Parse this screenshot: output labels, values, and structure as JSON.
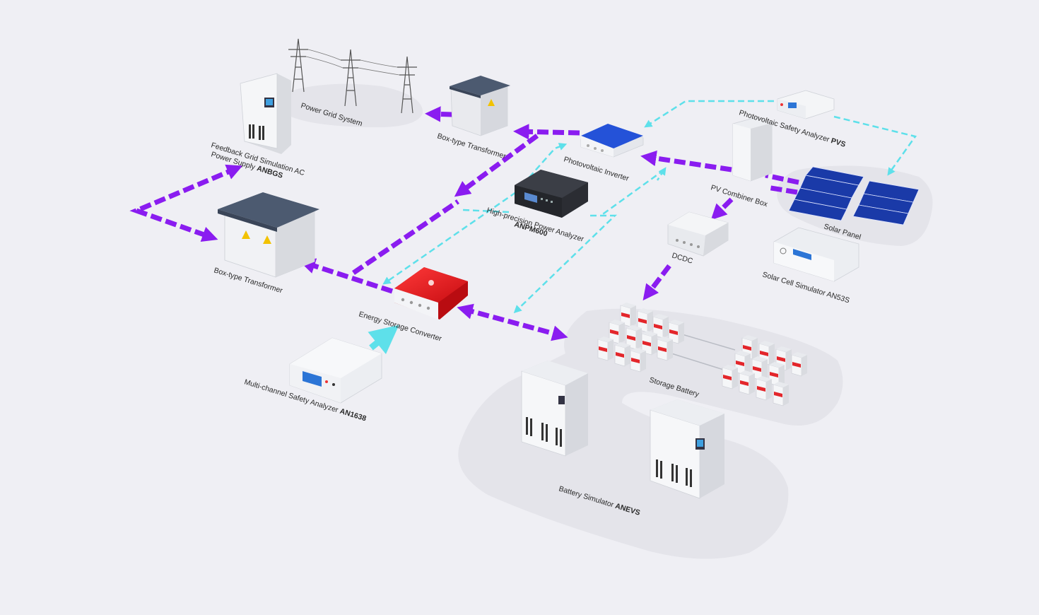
{
  "colors": {
    "background": "#efeff4",
    "platform": "#e6e6eb",
    "power_flow": "#8a1cf0",
    "signal_flow": "#5ee0ea",
    "converter": "#e8151b",
    "cabinet": "#f4f5f7",
    "roof": "#4c5a70"
  },
  "labels": {
    "power_grid": "Power Grid System",
    "box_transformer_top": "Box-type Transformer",
    "feedback_line1": "Feedback Grid Simulation AC",
    "feedback_line2": "Power Supply ",
    "feedback_model": "ANBGS",
    "pv_inverter": "Photovoltaic Inverter",
    "pv_safety": "Photovoltaic Safety Analyzer ",
    "pv_safety_model": "PVS",
    "power_analyzer_line1": "High-precision Power Analyzer",
    "power_analyzer_model": "ANPM600",
    "pv_combiner": "PV Combiner Box",
    "solar_panel": "Solar Panel",
    "dcdc": "DCDC",
    "solar_sim": "Solar Cell Simulator AN53S",
    "box_transformer_left": "Box-type Transformer",
    "energy_converter": "Energy Storage Converter",
    "storage_battery": "Storage Battery",
    "multi_safety": "Multi-channel Safety Analyzer ",
    "multi_safety_model": "AN1638",
    "battery_sim": "Battery Simulator ",
    "battery_sim_model": "ANEVS"
  }
}
